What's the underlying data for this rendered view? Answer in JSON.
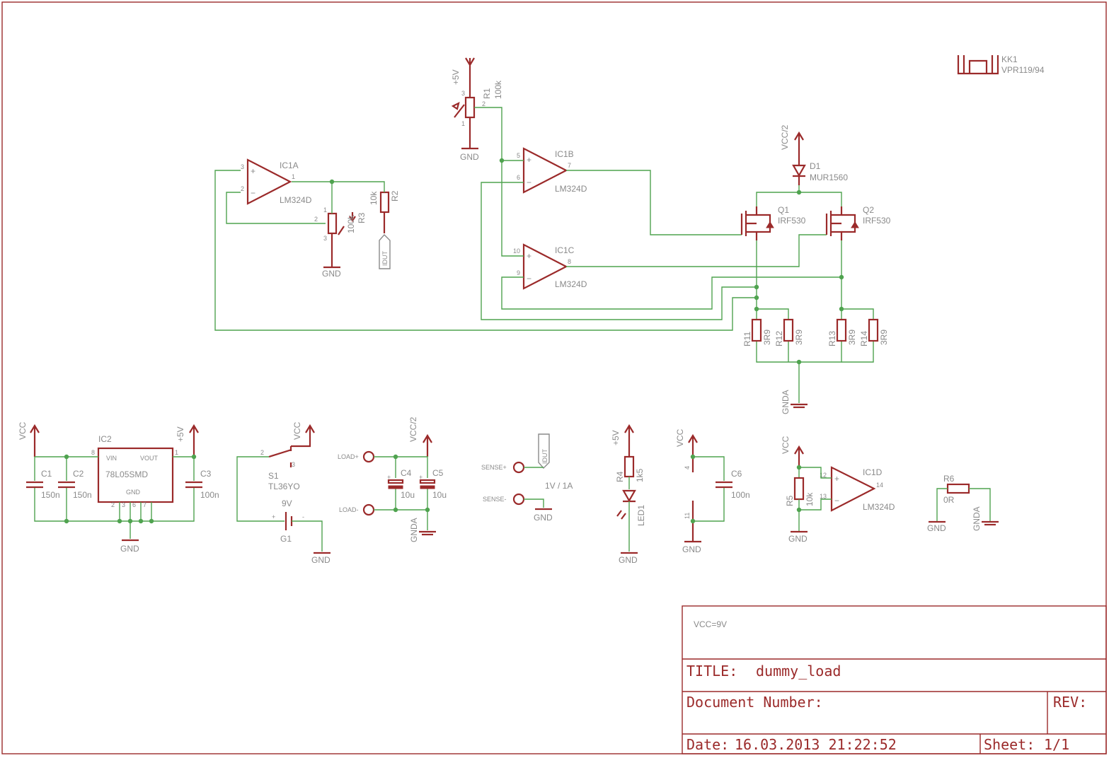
{
  "title_block": {
    "note": "VCC=9V",
    "title_label": "TITLE:",
    "title_value": "dummy_load",
    "document_number_label": "Document Number:",
    "rev_label": "REV:",
    "date_label": "Date:",
    "date_value": "16.03.2013 21:22:52",
    "sheet_label": "Sheet:",
    "sheet_value": "1/1"
  },
  "heatsink": {
    "name": "KK1",
    "value": "VPR119/94"
  },
  "r1": {
    "name": "R1",
    "value": "100k",
    "supply": "+5V",
    "gnd": "GND",
    "pin1": "1",
    "pin2": "2",
    "pin3": "3"
  },
  "ic1a": {
    "name": "IC1A",
    "value": "LM324D",
    "pin_plus": "3",
    "pin_minus": "2",
    "pin_out": "1"
  },
  "ic1b": {
    "name": "IC1B",
    "value": "LM324D",
    "pin_plus": "5",
    "pin_minus": "6",
    "pin_out": "7"
  },
  "ic1c": {
    "name": "IC1C",
    "value": "LM324D",
    "pin_plus": "10",
    "pin_minus": "9",
    "pin_out": "8"
  },
  "ic1d": {
    "name": "IC1D",
    "value": "LM324D",
    "pin_plus": "12",
    "pin_minus": "13",
    "pin_out": "14"
  },
  "opamp_plus": "+",
  "opamp_minus": "−",
  "r2": {
    "name": "R2",
    "value": "10k"
  },
  "r3": {
    "name": "R3",
    "value": "100k",
    "pin1": "1",
    "pin2": "2",
    "pin3": "3",
    "gnd": "GND"
  },
  "idut_flag": "IDUT",
  "d1": {
    "name": "D1",
    "value": "MUR1560",
    "supply": "VCC/2"
  },
  "q1": {
    "name": "Q1",
    "value": "IRF530"
  },
  "q2": {
    "name": "Q2",
    "value": "IRF530"
  },
  "r11": {
    "name": "R11",
    "value": "3R9"
  },
  "r12": {
    "name": "R12",
    "value": "3R9"
  },
  "r13": {
    "name": "R13",
    "value": "3R9"
  },
  "r14": {
    "name": "R14",
    "value": "3R9"
  },
  "gnda": "GNDA",
  "gnd": "GND",
  "vcc": "VCC",
  "plus5v": "+5V",
  "vcc2": "VCC/2",
  "ic2": {
    "name": "IC2",
    "value": "78L05SMD",
    "vin": "VIN",
    "vout": "VOUT",
    "gnd": "GND",
    "pin_in": "8",
    "pin_out": "1",
    "pins_gnd": [
      "2",
      "3",
      "6",
      "7"
    ]
  },
  "c1": {
    "name": "C1",
    "value": "150n"
  },
  "c2": {
    "name": "C2",
    "value": "150n"
  },
  "c3": {
    "name": "C3",
    "value": "100n"
  },
  "s1": {
    "name": "S1",
    "value": "TL36YO",
    "pin2": "2",
    "pin3": "3"
  },
  "g1": {
    "name": "G1",
    "value": "9V",
    "plus": "+",
    "minus": "-"
  },
  "c4": {
    "name": "C4",
    "value": "10u"
  },
  "c5": {
    "name": "C5",
    "value": "10u"
  },
  "cap_plus": "+",
  "load_plus": "LOAD+",
  "load_minus": "LOAD-",
  "sense_plus": "SENSE+",
  "sense_minus": "SENSE-",
  "sense_scale": "1V / 1A",
  "r4": {
    "name": "R4",
    "value": "1k5"
  },
  "led1": {
    "name": "LED1"
  },
  "c6": {
    "name": "C6",
    "value": "100n",
    "pin4": "4",
    "pin11": "11"
  },
  "r5": {
    "name": "R5",
    "value": "10k"
  },
  "r6": {
    "name": "R6",
    "value": "0R"
  }
}
